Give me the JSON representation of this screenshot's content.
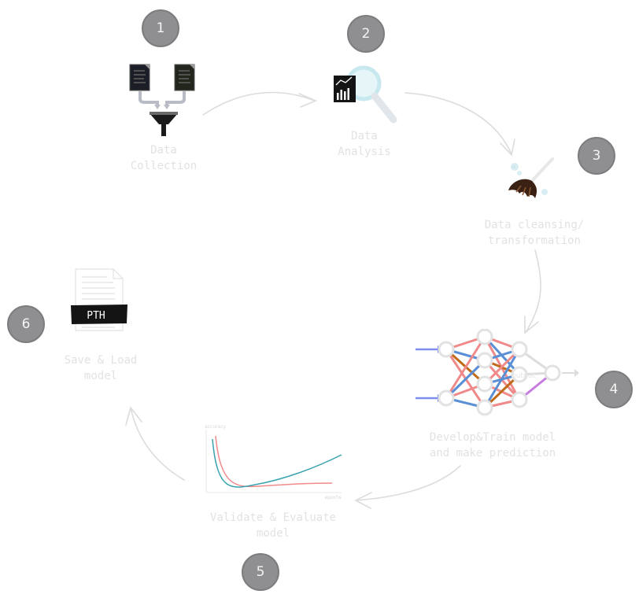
{
  "steps": [
    {
      "number": "1",
      "label": "Data\nCollection"
    },
    {
      "number": "2",
      "label": "Data\nAnalysis"
    },
    {
      "number": "3",
      "label": "Data cleansing/\ntransformation"
    },
    {
      "number": "4",
      "label": "Develop&Train model\nand make prediction"
    },
    {
      "number": "5",
      "label": "Validate & Evaluate\nmodel"
    },
    {
      "number": "6",
      "label": "Save & Load\nmodel"
    }
  ],
  "icons": {
    "pth_file_text": "PTH",
    "nn_output_text": "output",
    "chart_axis_y": "accuracy",
    "chart_axis_x": "epochs"
  },
  "colors": {
    "badge": "#8f8f91",
    "label": "#e2e2e2",
    "arrow": "#dcdcdc",
    "nn_pink": "#f08a8a",
    "nn_blue": "#5a8fd6",
    "nn_orange": "#c06a1a",
    "nn_purple": "#c77de0",
    "nn_input": "#7f8ff0",
    "curve_teal": "#3aa2b0",
    "curve_red": "#f18a8a"
  }
}
